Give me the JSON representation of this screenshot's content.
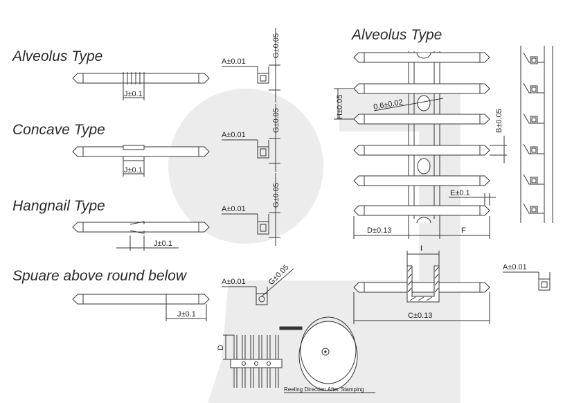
{
  "titles": {
    "alveolus_left": "Alveolus Type",
    "concave": "Concave Type",
    "hangnail": "Hangnail Type",
    "square_round": "Spuare above round below",
    "alveolus_right": "Alveolus Type"
  },
  "dims": {
    "a_tol": "A±0.01",
    "g_tol": "G±0.05",
    "j_tol": "J±0.1",
    "h_tol": "H±0.05",
    "b_tol": "B±0.05",
    "hole_tol": "0.6±0.02",
    "e_tol": "E±0.1",
    "d_tol": "D±0.13",
    "f_label": "F",
    "i_label": "I",
    "c_tol": "C±0.13",
    "d_label": "D"
  },
  "captions": {
    "reeling": "Reeling Direction After Stamping"
  },
  "colors": {
    "line": "#333333",
    "watermark": "#ececec"
  }
}
